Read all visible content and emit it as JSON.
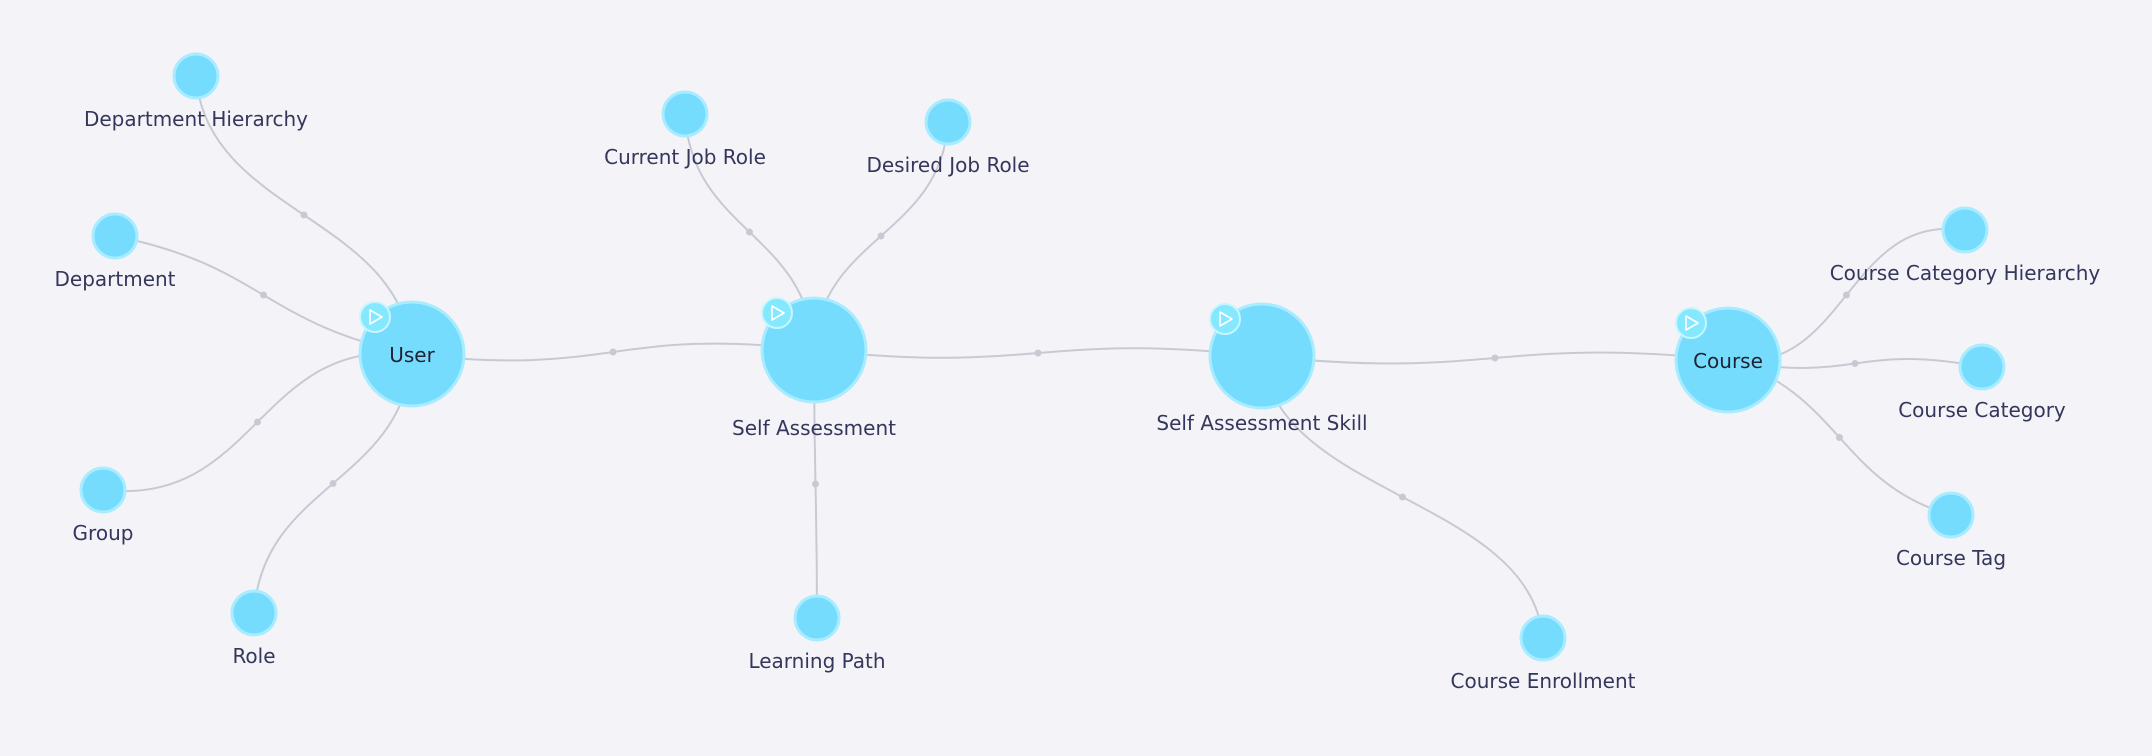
{
  "diagram": {
    "colors": {
      "background": "#f4f4f8",
      "node_fill": "#76dcfe",
      "node_stroke": "#a9ecff",
      "edge": "#c9c9d4",
      "label": "#34365c"
    },
    "hubs": [
      {
        "id": "user",
        "label": "User"
      },
      {
        "id": "self-assessment",
        "label": "Self Assessment"
      },
      {
        "id": "self-assessment-skill",
        "label": "Self Assessment Skill"
      },
      {
        "id": "course",
        "label": "Course"
      }
    ],
    "leaves": [
      {
        "id": "department-hierarchy",
        "label": "Department Hierarchy"
      },
      {
        "id": "department",
        "label": "Department"
      },
      {
        "id": "group",
        "label": "Group"
      },
      {
        "id": "role",
        "label": "Role"
      },
      {
        "id": "current-job-role",
        "label": "Current Job Role"
      },
      {
        "id": "desired-job-role",
        "label": "Desired Job Role"
      },
      {
        "id": "learning-path",
        "label": "Learning Path"
      },
      {
        "id": "course-enrollment",
        "label": "Course Enrollment"
      },
      {
        "id": "course-category-hierarchy",
        "label": "Course Category Hierarchy"
      },
      {
        "id": "course-category",
        "label": "Course Category"
      },
      {
        "id": "course-tag",
        "label": "Course Tag"
      }
    ],
    "edges": [
      [
        "user",
        "department-hierarchy"
      ],
      [
        "user",
        "department"
      ],
      [
        "user",
        "group"
      ],
      [
        "user",
        "role"
      ],
      [
        "user",
        "self-assessment"
      ],
      [
        "self-assessment",
        "current-job-role"
      ],
      [
        "self-assessment",
        "desired-job-role"
      ],
      [
        "self-assessment",
        "learning-path"
      ],
      [
        "self-assessment",
        "self-assessment-skill"
      ],
      [
        "self-assessment-skill",
        "course-enrollment"
      ],
      [
        "self-assessment-skill",
        "course"
      ],
      [
        "course",
        "course-category-hierarchy"
      ],
      [
        "course",
        "course-category"
      ],
      [
        "course",
        "course-tag"
      ]
    ],
    "badge_icon": "play-outline-icon"
  }
}
